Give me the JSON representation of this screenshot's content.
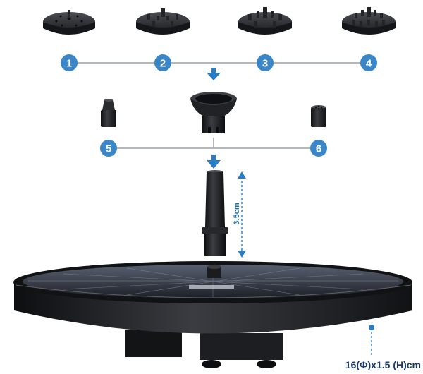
{
  "colors": {
    "accent": "#2a7cc4",
    "badge": "#3a86c8",
    "body_dark": "#1c1d20",
    "body_mid": "#2d2f33",
    "panel": "#34373c"
  },
  "nozzles_top": [
    {
      "number": "1",
      "icon": "sprinkler-nozzle-icon"
    },
    {
      "number": "2",
      "icon": "sprinkler-nozzle-icon"
    },
    {
      "number": "3",
      "icon": "sprinkler-nozzle-icon"
    },
    {
      "number": "4",
      "icon": "sprinkler-nozzle-icon"
    }
  ],
  "nozzles_middle": [
    {
      "number": "5",
      "icon": "jet-nozzle-icon"
    },
    {
      "number": "6",
      "icon": "multi-hole-nozzle-icon"
    }
  ],
  "extension": {
    "height_label": "3.5cm"
  },
  "fountain": {
    "spec_label": "16(Φ)x1.5  (H)cm"
  }
}
